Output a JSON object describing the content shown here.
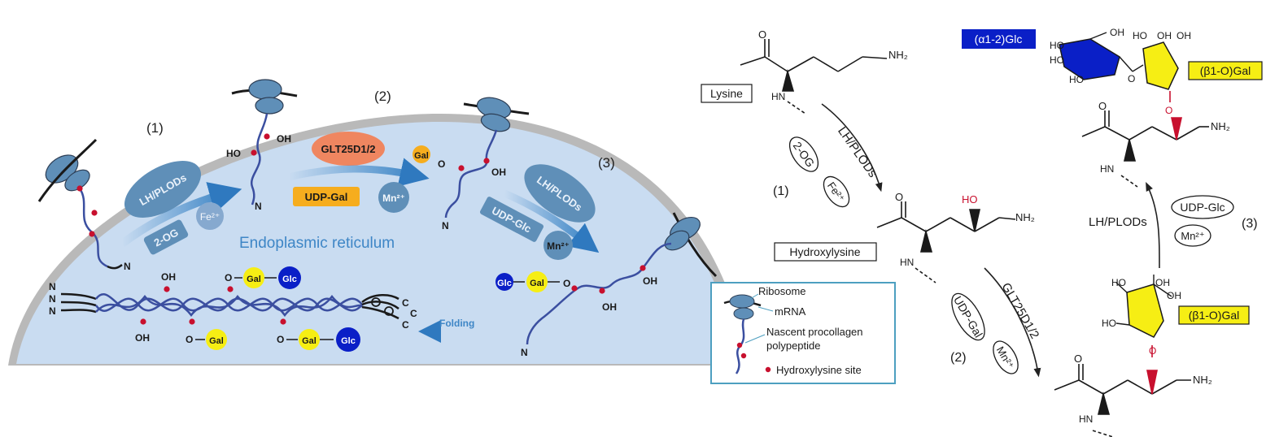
{
  "colors": {
    "er_fill": "#c9dcf1",
    "er_border": "#b9b9b9",
    "enzyme_blue": "#5f8fb8",
    "glt_orange": "#ef8660",
    "udp_yellow": "#f6ad1e",
    "gal_yellow": "#f6ee14",
    "glc_blue": "#0a1fc7",
    "hydroxylysine_red": "#c8102e",
    "strand_blue": "#3b4fa0",
    "arrow_blue": "#3e86c6",
    "legend_border": "#4d9fc0"
  },
  "left": {
    "step1": "(1)",
    "step2": "(2)",
    "step3": "(3)",
    "er_label": "Endoplasmic reticulum",
    "lh_plods_1": "LH/PLODs",
    "og_1": "2-OG",
    "fe_1": "Fe²⁺",
    "glt": "GLT25D1/2",
    "udp_gal": "UDP-Gal",
    "mn_1": "Mn²⁺",
    "lh_plods_2": "LH/PLODs",
    "udp_glc": "UDP-Glc",
    "mn_2": "Mn²⁺",
    "folding": "Folding",
    "oh": "OH",
    "ho": "HO",
    "n": "N",
    "c": "C",
    "o": "O",
    "gal": "Gal",
    "glc": "Glc"
  },
  "legend": {
    "ribosome": "Ribosome",
    "mrna": "mRNA",
    "nascent_1": "Nascent procollagen",
    "nascent_2": "polypeptide",
    "site": "Hydroxylysine site"
  },
  "right": {
    "lysine": "Lysine",
    "hydroxylysine": "Hydroxylysine",
    "glc_box": "(α1-2)Glc",
    "gal_box_1": "(β1-O)Gal",
    "gal_box_2": "(β1-O)Gal",
    "lh_1": "LH/PLODs",
    "og": "2-OG",
    "fe": "Fe²⁺",
    "step1": "(1)",
    "glt": "GLT25D1/2",
    "udp_gal": "UDP-Gal",
    "mn_2": "Mn²⁺",
    "step2": "(2)",
    "lh_3": "LH/PLODs",
    "udp_glc": "UDP-Glc",
    "mn_3": "Mn²⁺",
    "step3": "(3)",
    "nh2": "NH₂",
    "hn": "HN",
    "o": "O",
    "ho": "HO",
    "oh": "OH"
  }
}
